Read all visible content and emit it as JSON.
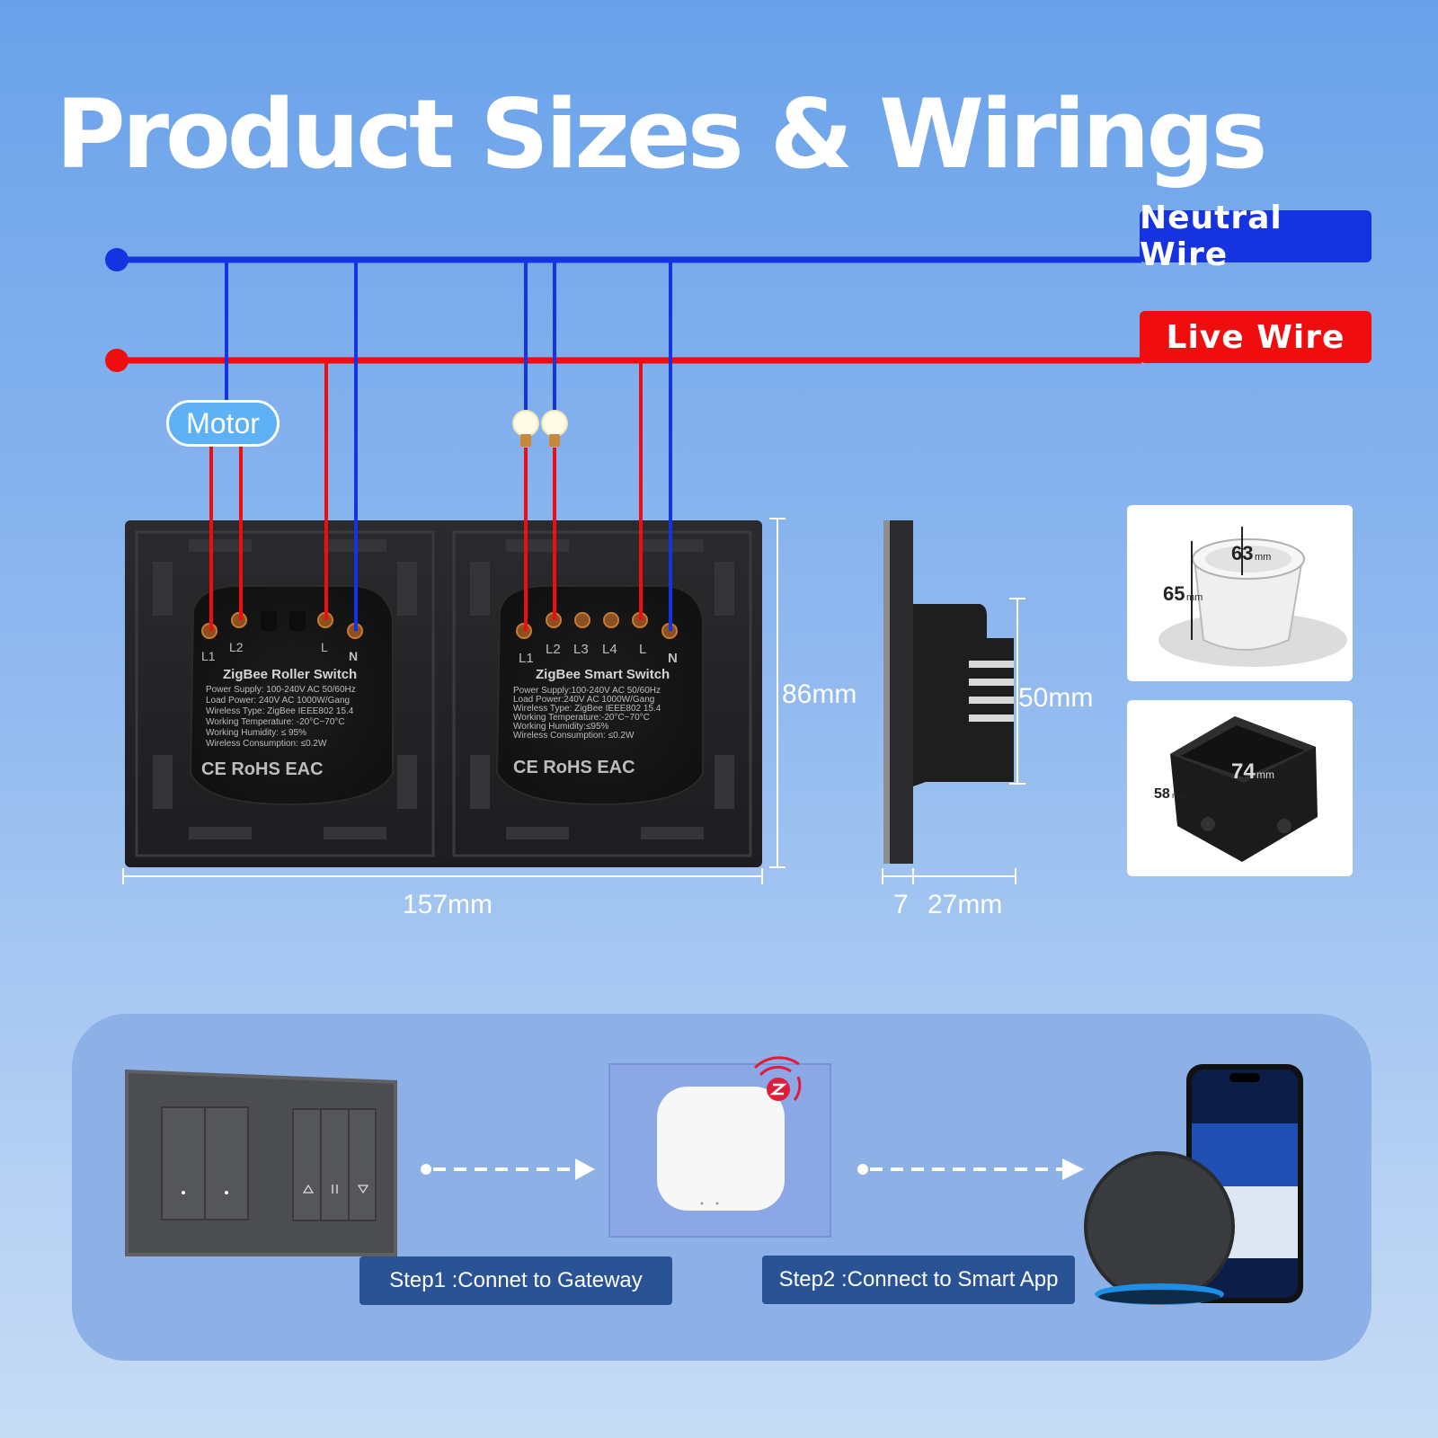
{
  "title": "Product Sizes & Wirings",
  "wires": {
    "neutral_label": "Neutral Wire",
    "live_label": "Live Wire",
    "neutral_color": "#1533e0",
    "live_color": "#f10d0d"
  },
  "motor_label": "Motor",
  "roller_switch": {
    "name": "ZigBee Roller Switch",
    "terminals": [
      "L1",
      "L2",
      "L",
      "N"
    ],
    "specs": [
      "Power Supply: 100-240V AC 50/60Hz",
      "Load Power: 240V AC 1000W/Gang",
      "Wireless Type: ZigBee IEEE802 15.4",
      "Working Temperature: -20°C~70°C",
      "Working Humidity: ≤ 95%",
      "Wireless Consumption: ≤0.2W"
    ],
    "certs": "CE RoHS EAC"
  },
  "smart_switch": {
    "name": "ZigBee Smart Switch",
    "terminals": [
      "L1",
      "L2",
      "L3",
      "L4",
      "L",
      "N"
    ],
    "specs": [
      "Power Supply:100-240V AC 50/60Hz",
      "Load Power:240V AC 1000W/Gang",
      "Wireless Type: ZigBee IEEE802 15.4",
      "Working Temperature:-20°C~70°C",
      "Working Humidity:≤95%",
      "Wireless Consumption: ≤0.2W"
    ],
    "certs": "CE RoHS EAC"
  },
  "dimensions": {
    "width": "157mm",
    "height": "86mm",
    "depth_body": "50mm",
    "plate_thickness": "7",
    "depth": "27mm"
  },
  "boxes": {
    "round_box": {
      "height": "65",
      "diameter": "63",
      "unit": "mm"
    },
    "square_box": {
      "side": "74",
      "depth": "58",
      "unit": "mm"
    }
  },
  "steps": {
    "step1": "Step1 :Connet to Gateway",
    "step2": "Step2 :Connect to Smart App"
  },
  "icons": [
    "bulb-icon",
    "bulb-icon",
    "zigbee-icon",
    "arrow-right-icon",
    "arrow-right-icon",
    "up-triangle-icon",
    "pause-icon",
    "down-triangle-icon"
  ]
}
